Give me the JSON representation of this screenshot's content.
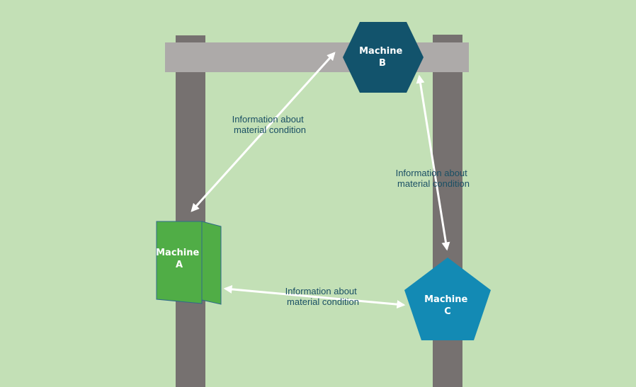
{
  "colors": {
    "background": "#c3e0b6",
    "pillar": "#767170",
    "beam": "#adaaa9",
    "machine_a": "#50ad46",
    "machine_a_outline": "#2f6a8a",
    "machine_b": "#12536c",
    "machine_c": "#138ab4",
    "arrow": "#ffffff",
    "label_text": "#1a4f64"
  },
  "machines": {
    "a": {
      "line1": "Machine",
      "line2": "A",
      "shape": "open-box-icon"
    },
    "b": {
      "line1": "Machine",
      "line2": "B",
      "shape": "hexagon"
    },
    "c": {
      "line1": "Machine",
      "line2": "C",
      "shape": "pentagon"
    }
  },
  "links": {
    "a_b": {
      "line1": "Information about",
      "line2": "material condition"
    },
    "b_c": {
      "line1": "Information about",
      "line2": "material condition"
    },
    "a_c": {
      "line1": "Information about",
      "line2": "material condition"
    }
  }
}
